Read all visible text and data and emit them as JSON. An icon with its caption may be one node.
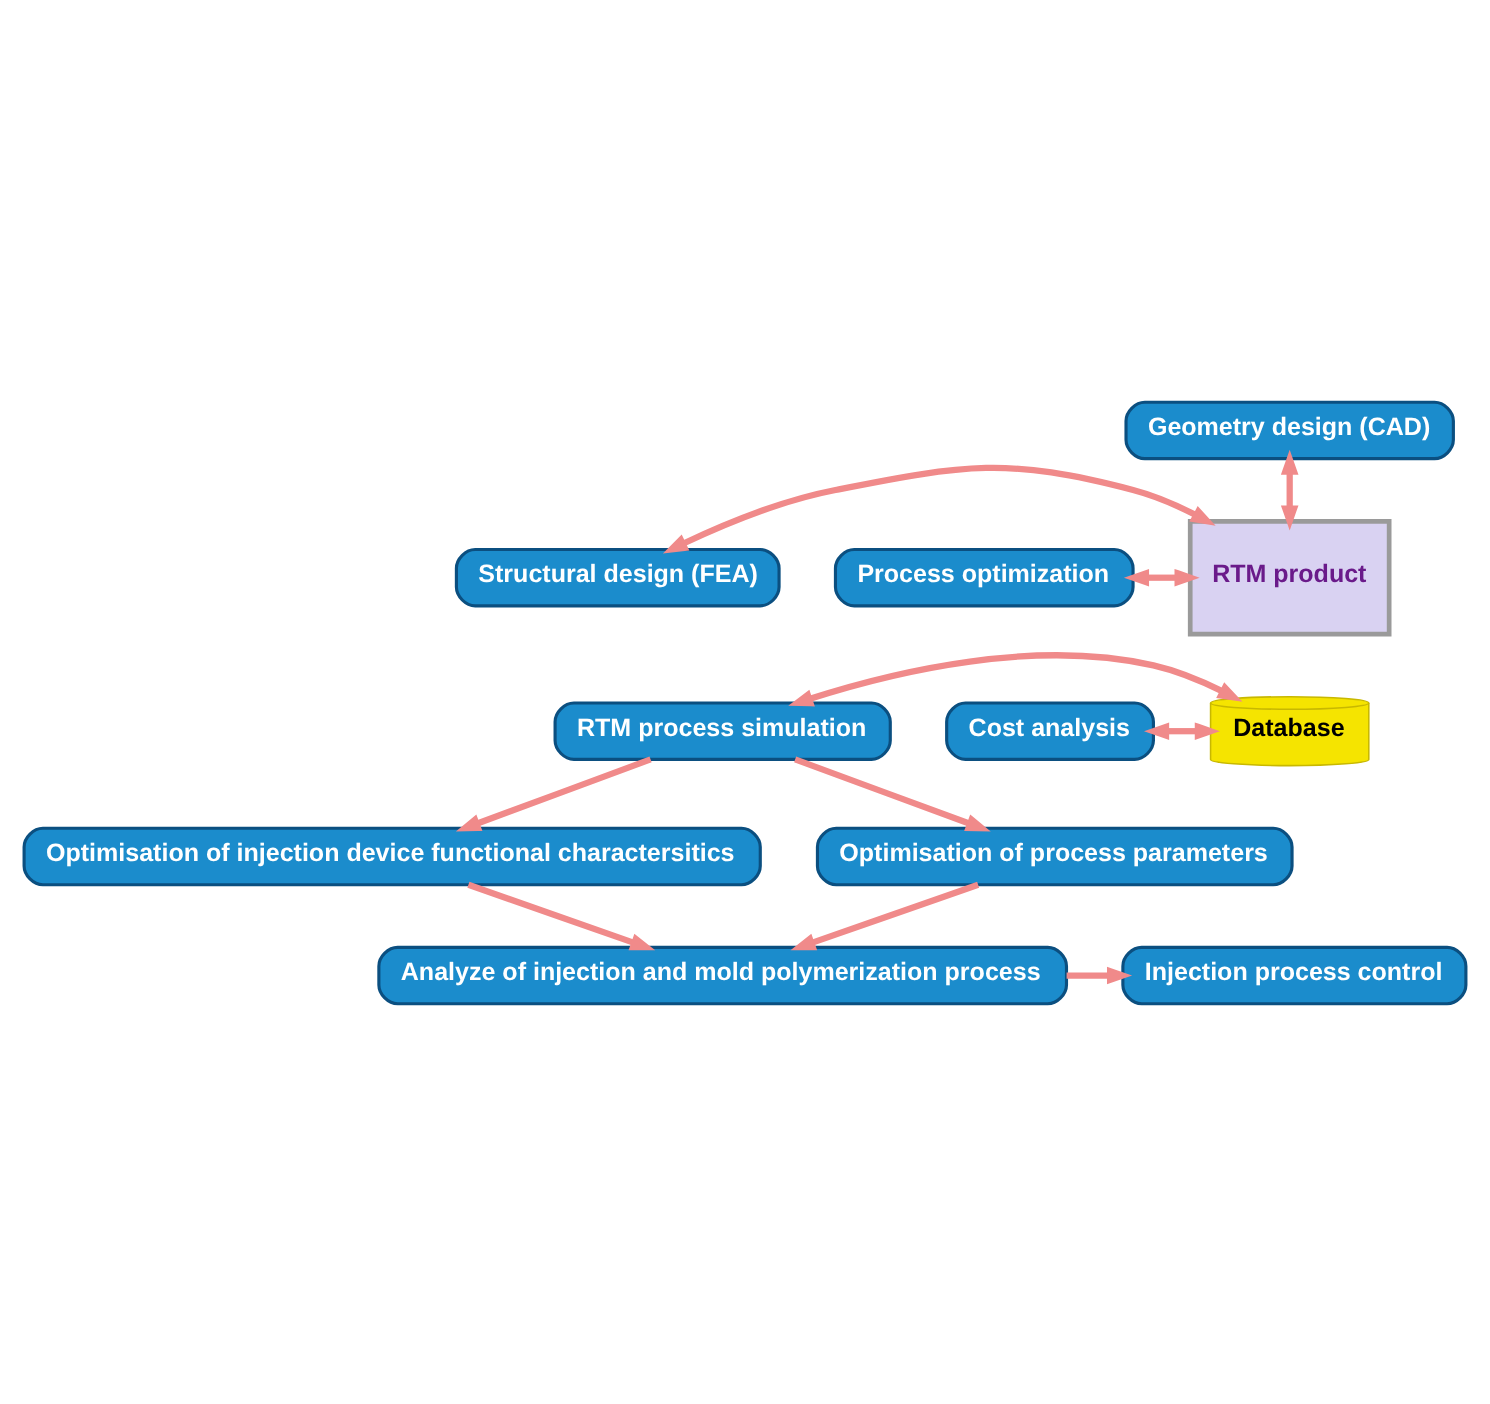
{
  "diagram": {
    "nodes": [
      {
        "text": [
          "Geometry design (CAD)"
        ]
      },
      {
        "text": [
          "Structural design (FEA)"
        ]
      },
      {
        "text": [
          "Process optimization"
        ]
      },
      {
        "text": [
          "RTM product"
        ]
      },
      {
        "text": [
          "Database"
        ]
      },
      {
        "text": [
          "RTM process simulation"
        ]
      },
      {
        "text": [
          "Cost analysis"
        ]
      },
      {
        "text": [
          "Optimisation of injection device functional charactersitics"
        ]
      },
      {
        "text": [
          "Optimisation of process parameters"
        ]
      },
      {
        "text": [
          "Analyze of injection and mold polymerization process"
        ]
      },
      {
        "text": [
          "Injection process control"
        ]
      }
    ],
    "edges": [
      {
        "from": 0,
        "to": 3,
        "arrow": "both"
      },
      {
        "from": 1,
        "to": 3,
        "arrow": "both"
      },
      {
        "from": 2,
        "to": 3,
        "arrow": "both"
      },
      {
        "from": 5,
        "to": 4,
        "arrow": "both"
      },
      {
        "from": 6,
        "to": 4,
        "arrow": "both"
      },
      {
        "from": 5,
        "to": 7,
        "arrow": "to"
      },
      {
        "from": 5,
        "to": 8,
        "arrow": "to"
      },
      {
        "from": 7,
        "to": 9,
        "arrow": "to"
      },
      {
        "from": 8,
        "to": 9,
        "arrow": "to"
      },
      {
        "from": 9,
        "to": 10,
        "arrow": "to"
      }
    ]
  }
}
